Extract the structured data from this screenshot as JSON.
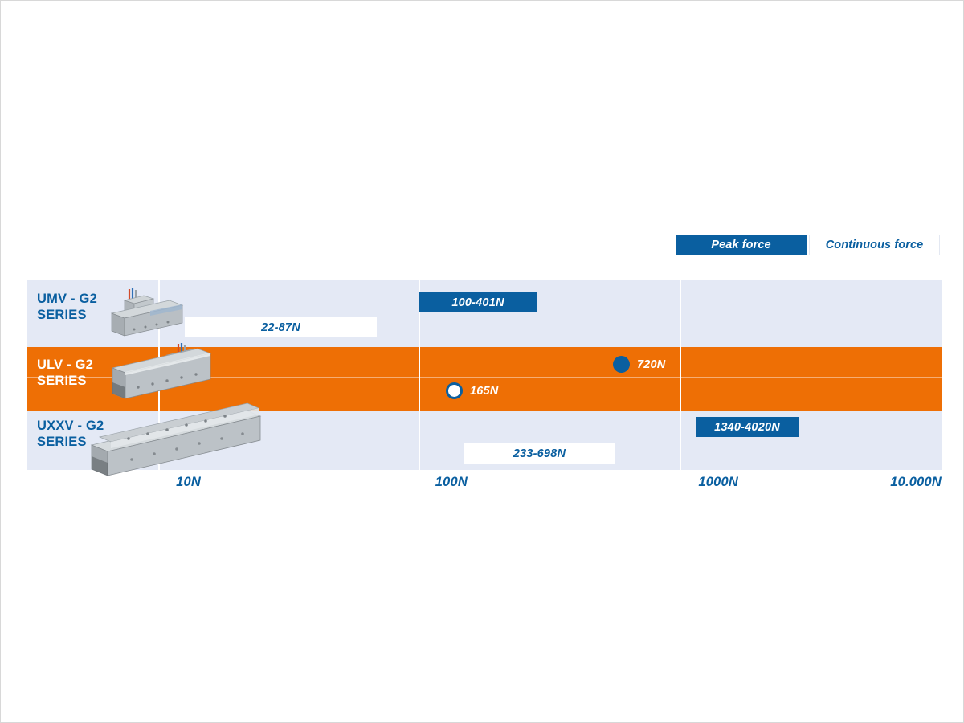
{
  "legend": {
    "peak_label": "Peak force",
    "continuous_label": "Continuous force",
    "peak_color": "#0a5fa0",
    "continuous_color": "#ffffff",
    "continuous_text_color": "#0a5fa0"
  },
  "chart_data": {
    "type": "bar",
    "title": "",
    "xlabel": "",
    "ylabel": "",
    "scale": "log",
    "xlim": [
      3.16,
      10000
    ],
    "grid": true,
    "legend_position": "top-right",
    "tick_labels": [
      "10N",
      "100N",
      "1000N",
      "10.000N"
    ],
    "tick_values": [
      10,
      100,
      1000,
      10000
    ],
    "categories": [
      "UMV - G2\nSERIES",
      "ULV - G2\nSERIES",
      "UXXV - G2\nSERIES"
    ],
    "series": [
      {
        "name": "Peak force",
        "color": "#0a5fa0",
        "entries": [
          {
            "category": "UMV - G2 SERIES",
            "label": "100-401N",
            "min": 100,
            "max": 401,
            "render": "bar"
          },
          {
            "category": "ULV - G2 SERIES",
            "label": "720N",
            "value": 720,
            "render": "dot"
          },
          {
            "category": "UXXV - G2 SERIES",
            "label": "1340-4020N",
            "min": 1340,
            "max": 4020,
            "render": "bar"
          }
        ]
      },
      {
        "name": "Continuous force",
        "color": "#ffffff",
        "entries": [
          {
            "category": "UMV - G2 SERIES",
            "label": "22-87N",
            "min": 22,
            "max": 87,
            "render": "bar"
          },
          {
            "category": "ULV - G2 SERIES",
            "label": "165N",
            "value": 165,
            "render": "dot"
          },
          {
            "category": "UXXV - G2 SERIES",
            "label": "233-698N",
            "min": 233,
            "max": 698,
            "render": "bar"
          }
        ]
      }
    ]
  },
  "rows": [
    {
      "label": "UMV - G2\nSERIES",
      "background": "#e4e9f5",
      "label_color": "#0a5fa0",
      "product": "umv-linear-motor"
    },
    {
      "label": "ULV - G2\nSERIES",
      "background": "#ee6f05",
      "label_color": "#ffffff",
      "product": "ulv-linear-motor"
    },
    {
      "label": "UXXV - G2\nSERIES",
      "background": "#e4e9f5",
      "label_color": "#0a5fa0",
      "product": "uxxv-linear-motor"
    }
  ],
  "bars": {
    "umv_peak": "100-401N",
    "umv_continuous": "22-87N",
    "uxxv_peak": "1340-4020N",
    "uxxv_continuous": "233-698N"
  },
  "dots": {
    "ulv_peak": "720N",
    "ulv_continuous": "165N"
  },
  "axis": {
    "t0": "10N",
    "t1": "100N",
    "t2": "1000N",
    "t3": "10.000N"
  },
  "colors": {
    "brand_blue": "#0a5fa0",
    "brand_orange": "#ee6f05",
    "panel_blue": "#e4e9f5",
    "gridline": "#ffffff"
  }
}
